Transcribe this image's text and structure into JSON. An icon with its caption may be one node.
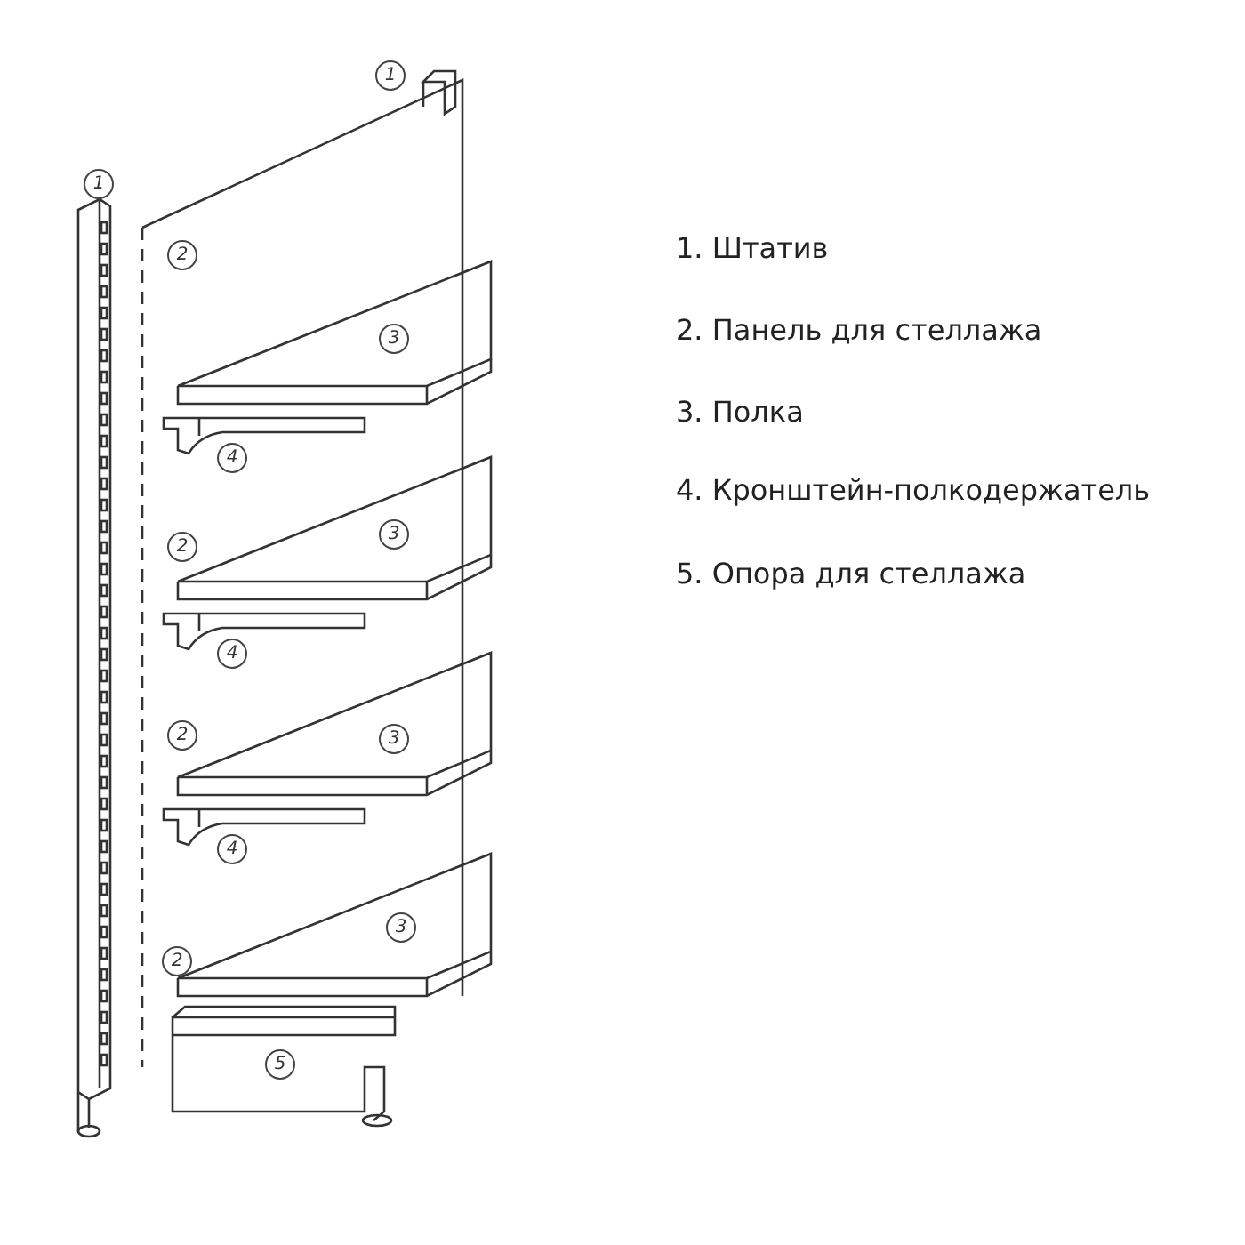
{
  "diagram": {
    "labels": [
      "1",
      "1",
      "2",
      "3",
      "4",
      "3",
      "2",
      "4",
      "2",
      "3",
      "4",
      "3",
      "2",
      "5",
      "1. Штатив",
      "2. Панель для стеллажа",
      "3. Полка",
      "4. Кронштейн-полкодержатель",
      "5. Опора для стеллажа"
    ]
  }
}
